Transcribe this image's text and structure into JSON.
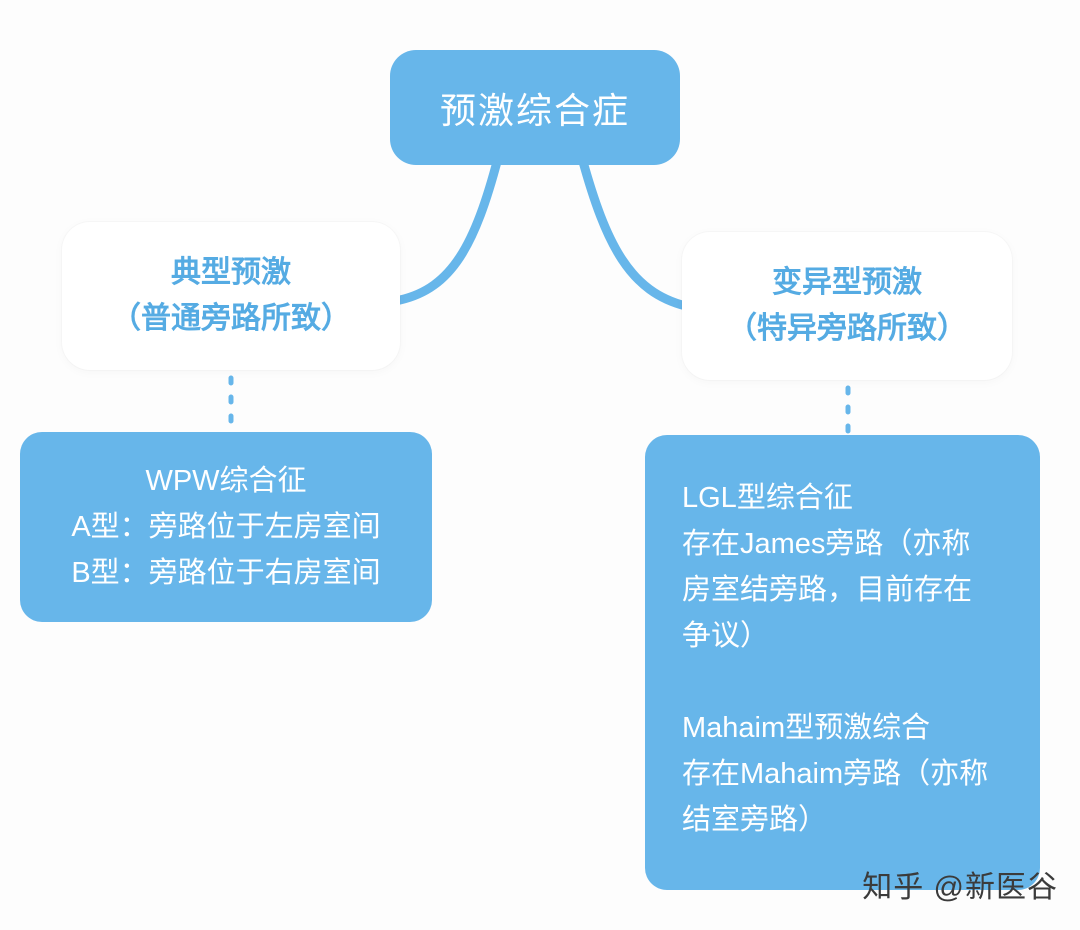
{
  "page": {
    "watermark": "知乎 @新医谷"
  },
  "diagram": {
    "root": {
      "label": "预激综合症"
    },
    "left": {
      "title_line1": "典型预激",
      "title_line2": "（普通旁路所致）",
      "details": [
        "WPW综合征",
        "A型：旁路位于左房室间",
        "B型：旁路位于右房室间"
      ]
    },
    "right": {
      "title_line1": "变异型预激",
      "title_line2": "（特异旁路所致）",
      "details": [
        "LGL型综合征",
        "存在James旁路（亦称",
        "房室结旁路，目前存在",
        "争议）",
        "",
        "Mahaim型预激综合",
        "存在Mahaim旁路（亦称",
        "结室旁路）"
      ]
    },
    "colors": {
      "node_blue": "#67b6ea",
      "title_blue": "#55abe3",
      "node_text": "#ffffff",
      "watermark_text": "#3b3b3b",
      "background": "#fdfdfd"
    }
  }
}
